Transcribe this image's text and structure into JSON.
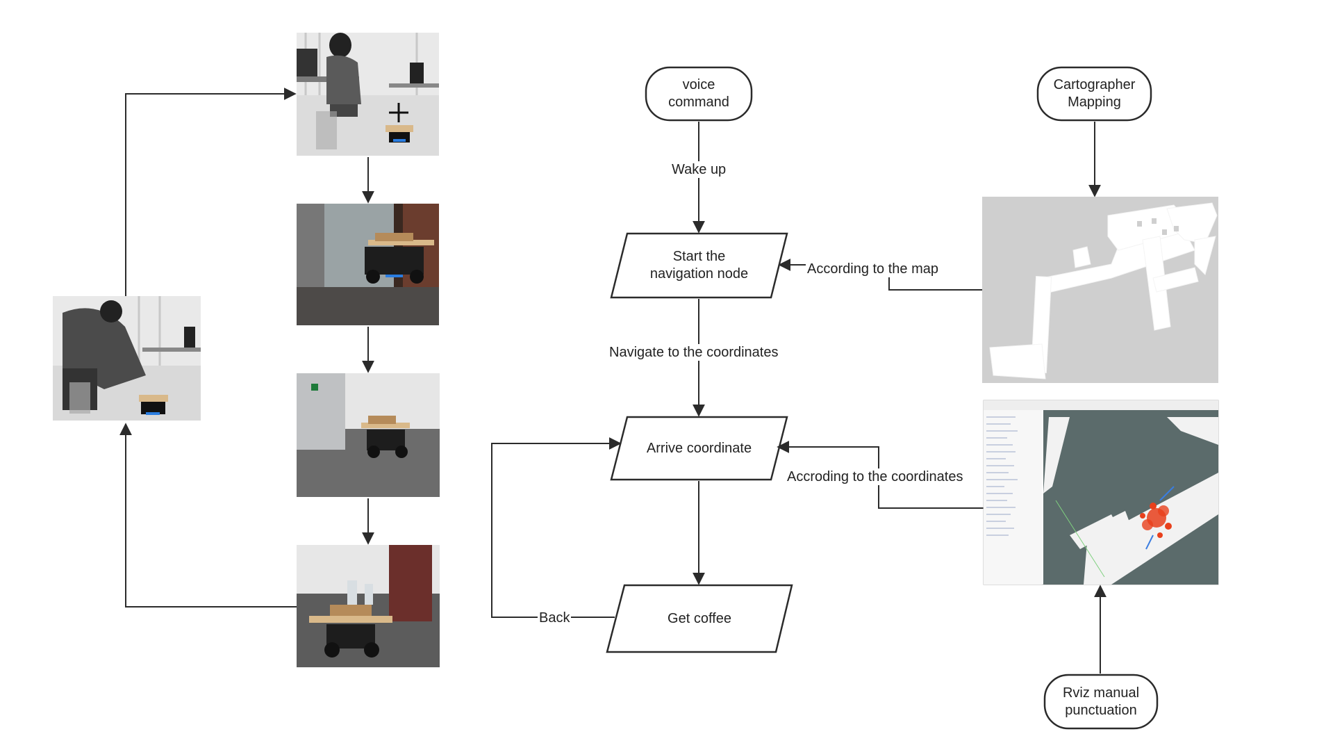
{
  "nodes": {
    "voice_command": "voice\ncommand",
    "start_navigation": "Start the\nnavigation node",
    "arrive_coordinate": "Arrive coordinate",
    "get_coffee": "Get coffee",
    "cartographer_mapping": "Cartographer\nMapping",
    "rviz_manual": "Rviz manual\npunctuation"
  },
  "edge_labels": {
    "wake_up": "Wake up",
    "navigate": "Navigate to the coordinates",
    "according_map": "According to the map",
    "according_coordinates": "Accroding to the coordinates",
    "back": "Back"
  },
  "photos": [
    {
      "name": "person-at-desk-photo"
    },
    {
      "name": "robot-at-door-photo"
    },
    {
      "name": "robot-in-corridor-photo"
    },
    {
      "name": "robot-with-coffee-photo"
    },
    {
      "name": "person-taking-coffee-photo"
    }
  ],
  "images": {
    "map": "cartographer-occupancy-map",
    "rviz": "rviz-screenshot"
  },
  "colors": {
    "stroke": "#2b2b2b",
    "map_bg": "#cfcfcf",
    "rviz_bg": "#5b6b6b",
    "particles": "#e8401c"
  }
}
